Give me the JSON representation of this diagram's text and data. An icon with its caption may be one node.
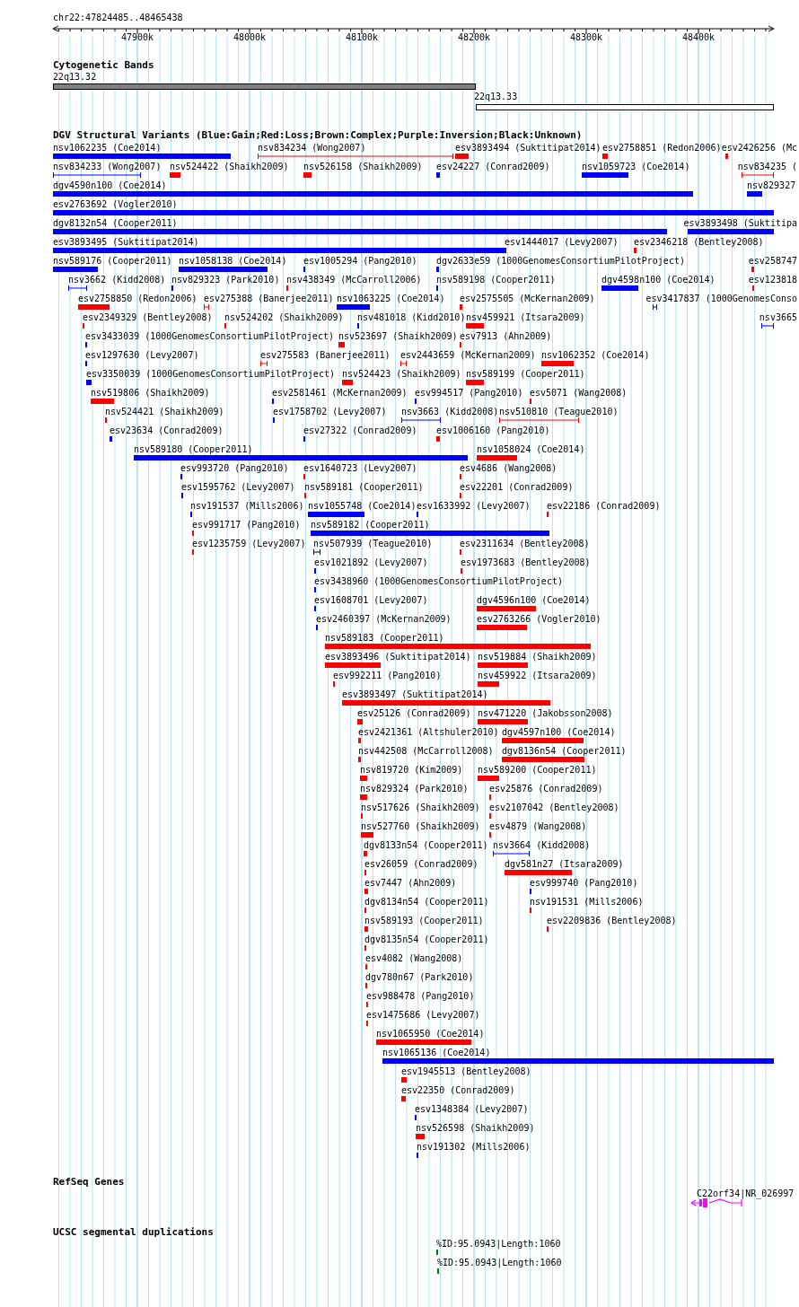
{
  "diagram": {
    "title": "chr22:47824485..48465438",
    "labels": [
      "47900k",
      "48000k",
      "48100k",
      "48200k",
      "48300k",
      "48400k",
      "Cytogenetic Bands",
      "22q13.32",
      "22q13.33",
      "DGV Structural Variants (Blue:Gain;Red:Loss;Brown:Complex;Purple:Inversion;Black:Unknown)",
      "nsv1062235 (Coe2014)",
      "nsv834234 (Wong2007)",
      "esv3893494 (Suktitipat2014)",
      "esv2758851 (Redon2006)",
      "esv2426256 (Mc",
      "nsv834233 (Wong2007)",
      "nsv524422 (Shaikh2009)",
      "nsv526158 (Shaikh2009)",
      "esv24227 (Conrad2009)",
      "nsv1059723 (Coe2014)",
      "nsv834235 (",
      "dgv4590n100 (Coe2014)",
      "nsv829327",
      "esv2763692 (Vogler2010)",
      "dgv8132n54 (Cooper2011)",
      "esv3893498 (Suktitipa",
      "esv3893495 (Suktitipat2014)",
      "esv1444017 (Levy2007)",
      "esv2346218 (Bentley2008)",
      "nsv589176 (Cooper2011)",
      "nsv1058138 (Coe2014)",
      "esv1005294 (Pang2010)",
      "dgv2633e59 (1000GenomesConsortiumPilotProject)",
      "esv258747",
      "nsv3662 (Kidd2008)",
      "nsv829323 (Park2010)",
      "nsv438349 (McCarroll2006)",
      "nsv589198 (Cooper2011)",
      "dgv4598n100 (Coe2014)",
      "esv123818",
      "esv2758850 (Redon2006)",
      "esv275388 (Banerjee2011)",
      "nsv1063225 (Coe2014)",
      "esv2575505 (McKernan2009)",
      "esv3417837 (1000GenomesConso",
      "esv2349329 (Bentley2008)",
      "nsv524202 (Shaikh2009)",
      "nsv481018 (Kidd2010)",
      "nsv459921 (Itsara2009)",
      "nsv3665",
      "esv3433039 (1000GenomesConsortiumPilotProject)",
      "nsv523697 (Shaikh2009)",
      "esv7913 (Ahn2009)",
      "esv1297630 (Levy2007)",
      "esv275583 (Banerjee2011)",
      "esv2443659 (McKernan2009)",
      "nsv1062352 (Coe2014)",
      "esv3350039 (1000GenomesConsortiumPilotProject)",
      "nsv524423 (Shaikh2009)",
      "nsv589199 (Cooper2011)",
      "nsv519806 (Shaikh2009)",
      "esv2581461 (McKernan2009)",
      "esv994517 (Pang2010)",
      "esv5071 (Wang2008)",
      "nsv524421 (Shaikh2009)",
      "esv1758702 (Levy2007)",
      "nsv3663 (Kidd2008)",
      "nsv510810 (Teague2010)",
      "esv23634 (Conrad2009)",
      "esv27322 (Conrad2009)",
      "esv1006160 (Pang2010)",
      "nsv589180 (Cooper2011)",
      "nsv1058024 (Coe2014)",
      "esv993720 (Pang2010)",
      "esv1640723 (Levy2007)",
      "esv4686 (Wang2008)",
      "esv1595762 (Levy2007)",
      "nsv589181 (Cooper2011)",
      "esv22201 (Conrad2009)",
      "nsv191537 (Mills2006)",
      "nsv1055748 (Coe2014)",
      "esv1633992 (Levy2007)",
      "esv22186 (Conrad2009)",
      "esv991717 (Pang2010)",
      "nsv589182 (Cooper2011)",
      "esv1235759 (Levy2007)",
      "nsv507939 (Teague2010)",
      "esv2311634 (Bentley2008)",
      "esv1021892 (Levy2007)",
      "esv1973683 (Bentley2008)",
      "esv3438960 (1000GenomesConsortiumPilotProject)",
      "esv1608701 (Levy2007)",
      "dgv4596n100 (Coe2014)",
      "esv2460397 (McKernan2009)",
      "esv2763266 (Vogler2010)",
      "nsv589183 (Cooper2011)",
      "esv3893496 (Suktitipat2014)",
      "nsv519884 (Shaikh2009)",
      "esv992211 (Pang2010)",
      "nsv459922 (Itsara2009)",
      "esv3893497 (Suktitipat2014)",
      "esv25126 (Conrad2009)",
      "nsv471220 (Jakobsson2008)",
      "esv2421361 (Altshuler2010)",
      "dgv4597n100 (Coe2014)",
      "nsv442508 (McCarroll2008)",
      "dgv8136n54 (Cooper2011)",
      "nsv819720 (Kim2009)",
      "nsv589200 (Cooper2011)",
      "nsv829324 (Park2010)",
      "esv25876 (Conrad2009)",
      "nsv517626 (Shaikh2009)",
      "esv2107042 (Bentley2008)",
      "nsv527760 (Shaikh2009)",
      "esv4879 (Wang2008)",
      "dgv8133n54 (Cooper2011)",
      "nsv3664 (Kidd2008)",
      "esv26059 (Conrad2009)",
      "dgv581n27 (Itsara2009)",
      "esv7447 (Ahn2009)",
      "esv999740 (Pang2010)",
      "dgv8134n54 (Cooper2011)",
      "nsv191531 (Mills2006)",
      "nsv589193 (Cooper2011)",
      "esv2209836 (Bentley2008)",
      "dgv8135n54 (Cooper2011)",
      "esv4082 (Wang2008)",
      "dgv780n67 (Park2010)",
      "esv988478 (Pang2010)",
      "esv1475686 (Levy2007)",
      "nsv1065950 (Coe2014)",
      "nsv1065136 (Coe2014)",
      "esv1945513 (Bentley2008)",
      "esv22350 (Conrad2009)",
      "esv1348384 (Levy2007)",
      "nsv526598 (Shaikh2009)",
      "nsv191302 (Mills2006)",
      "RefSeq Genes",
      "C22orf34|NR_026997",
      "UCSC segmental duplications",
      "%ID:95.0943|Length:1060",
      "%ID:95.0943|Length:1060"
    ]
  }
}
